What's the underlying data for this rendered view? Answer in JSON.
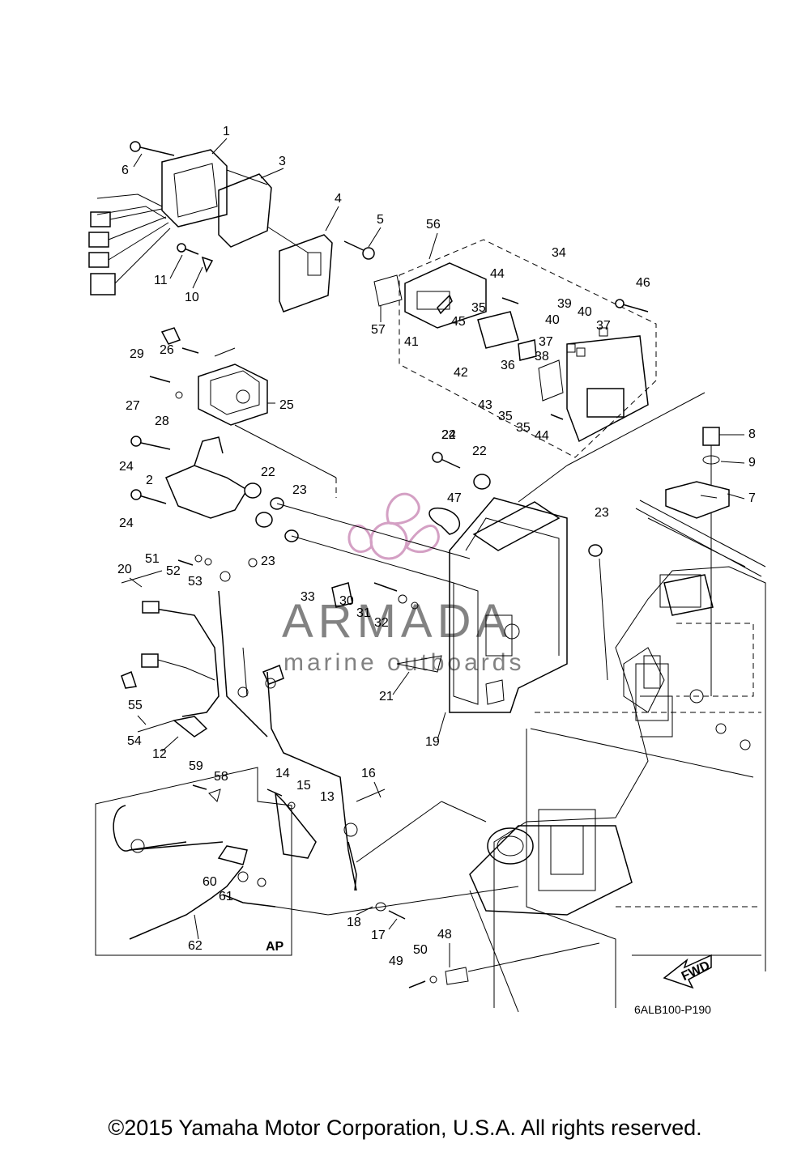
{
  "diagram_code": "6ALB100-P190",
  "copyright": "©2015 Yamaha Motor Corporation, U.S.A. All rights reserved.",
  "watermark": {
    "brand": "ARMADA",
    "tagline": "marine outboards",
    "accent_color": "#d4a0c4"
  },
  "box_label": "AP",
  "direction_label": "FWD",
  "callouts": [
    "1",
    "2",
    "3",
    "4",
    "5",
    "6",
    "7",
    "8",
    "9",
    "10",
    "11",
    "12",
    "13",
    "14",
    "15",
    "16",
    "17",
    "18",
    "19",
    "20",
    "21",
    "22",
    "22",
    "22",
    "23",
    "23",
    "23",
    "24",
    "24",
    "24",
    "25",
    "26",
    "27",
    "28",
    "29",
    "30",
    "31",
    "32",
    "33",
    "34",
    "35",
    "35",
    "35",
    "36",
    "37",
    "37",
    "38",
    "39",
    "40",
    "40",
    "41",
    "42",
    "43",
    "44",
    "44",
    "45",
    "46",
    "47",
    "48",
    "49",
    "50",
    "51",
    "52",
    "53",
    "54",
    "55",
    "56",
    "57",
    "58",
    "59",
    "60",
    "61",
    "62"
  ]
}
